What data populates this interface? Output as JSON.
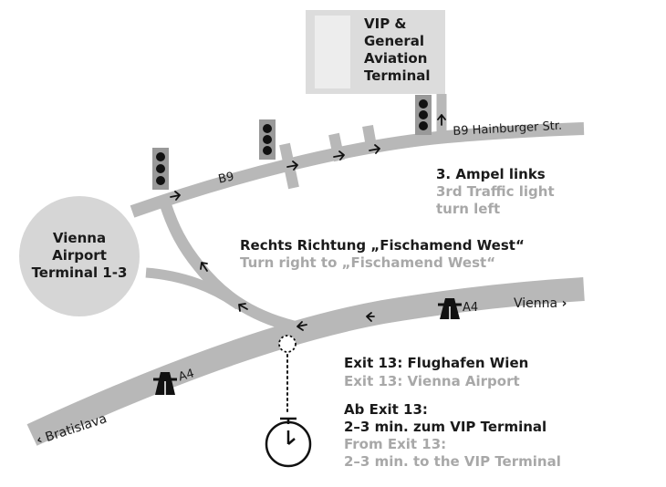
{
  "colors": {
    "road": "#b8b8b8",
    "road_dark": "#a9a9a9",
    "terminal_box": "#dcdcdc",
    "terminal_inner": "#ededed",
    "circle": "#d6d6d6",
    "text_dark": "#1a1a1a",
    "text_grey": "#a8a8a8",
    "traffic_light": "#999999"
  },
  "terminal": {
    "lines": [
      "VIP &",
      "General",
      "Aviation",
      "Terminal"
    ]
  },
  "airport": {
    "lines": [
      "Vienna",
      "Airport",
      "Terminal 1-3"
    ]
  },
  "roads": {
    "b9_full": "B9 Hainburger Str.",
    "b9_short": "B9",
    "a4_east": "A4",
    "a4_west": "A4",
    "vienna": "Vienna",
    "bratislava": "Bratislava"
  },
  "icons": {
    "vienna_arrow": "chevron-right-icon",
    "bratislava_arrow": "chevron-left-icon",
    "motorway": "motorway-icon",
    "stopwatch": "stopwatch-icon",
    "traffic_light": "traffic-light-icon"
  },
  "directions": {
    "light": {
      "de": "3. Ampel links",
      "en": [
        "3rd Traffic light",
        "turn left"
      ]
    },
    "turn": {
      "de": "Rechts Richtung „Fischamend West“",
      "en": "Turn right to „Fischamend West“"
    },
    "exit": {
      "de": "Exit 13: Flughafen Wien",
      "en": "Exit 13: Vienna Airport"
    },
    "time": {
      "de": [
        "Ab Exit 13:",
        "2–3 min. zum VIP Terminal"
      ],
      "en": [
        "From Exit 13:",
        "2–3 min. to the VIP Terminal"
      ]
    }
  }
}
